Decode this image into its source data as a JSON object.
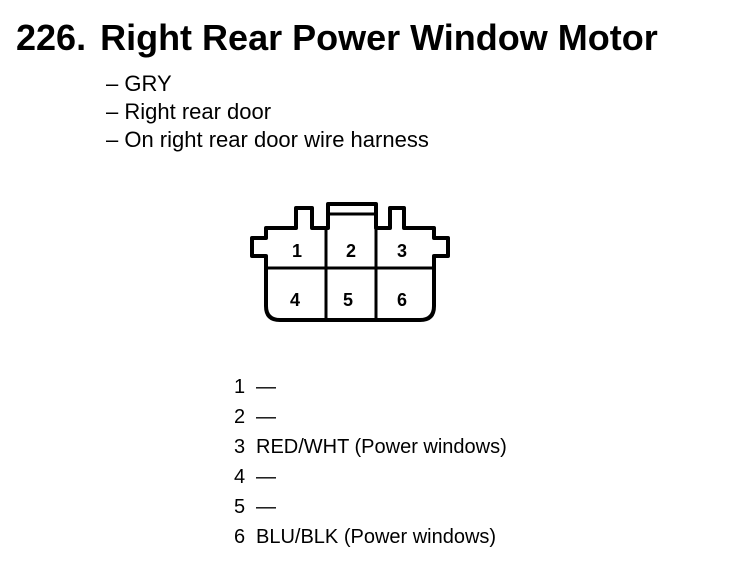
{
  "header": {
    "number": "226.",
    "name": "Right Rear Power Window Motor"
  },
  "details": [
    "– GRY",
    "– Right rear door",
    "– On right rear door wire harness"
  ],
  "connector": {
    "pins": [
      "1",
      "2",
      "3",
      "4",
      "5",
      "6"
    ]
  },
  "pinout": [
    {
      "pin": "1",
      "desc": "—"
    },
    {
      "pin": "2",
      "desc": "—"
    },
    {
      "pin": "3",
      "desc": "RED/WHT (Power windows)"
    },
    {
      "pin": "4",
      "desc": "—"
    },
    {
      "pin": "5",
      "desc": "—"
    },
    {
      "pin": "6",
      "desc": "BLU/BLK (Power windows)"
    }
  ]
}
